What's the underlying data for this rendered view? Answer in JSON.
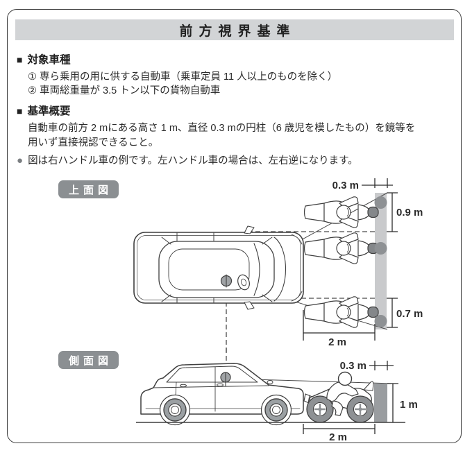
{
  "page": {
    "title": "前方視界基準"
  },
  "sections": {
    "vehicles": {
      "marker": "■",
      "title": "対象車種",
      "items": [
        "① 専ら乗用の用に供する自動車（乗車定員 11 人以上のものを除く）",
        "② 車両総重量が 3.5 トン以下の貨物自動車"
      ]
    },
    "overview": {
      "marker": "■",
      "title": "基準概要",
      "lines": [
        "自動車の前方 2 mにある高さ 1 m、直径 0.3 mの円柱（6 歳児を模したもの）を鏡等を",
        "用いず直接視認できること。"
      ]
    },
    "note": {
      "marker": "●",
      "text": "図は右ハンドル車の例です。左ハンドル車の場合は、左右逆になります。"
    }
  },
  "top_view": {
    "label": "上面図",
    "dims": {
      "cylinder_diameter": "0.3 m",
      "offset_right": "0.9 m",
      "offset_left": "0.7 m",
      "distance": "2 m"
    }
  },
  "side_view": {
    "label": "側面図",
    "dims": {
      "cylinder_diameter": "0.3 m",
      "cylinder_height": "1 m",
      "distance": "2 m"
    }
  },
  "colors": {
    "title_bar_bg": "#d2d4d6",
    "badge_bg": "#8b8f92",
    "cylinder_light": "#c9cacc",
    "cylinder_dark": "#8e9194",
    "eye_point": "#a0a3a6",
    "note_bullet": "#7b7f82",
    "tire_gray": "#9ba0a3",
    "frame_border": "#3c3c3c"
  }
}
